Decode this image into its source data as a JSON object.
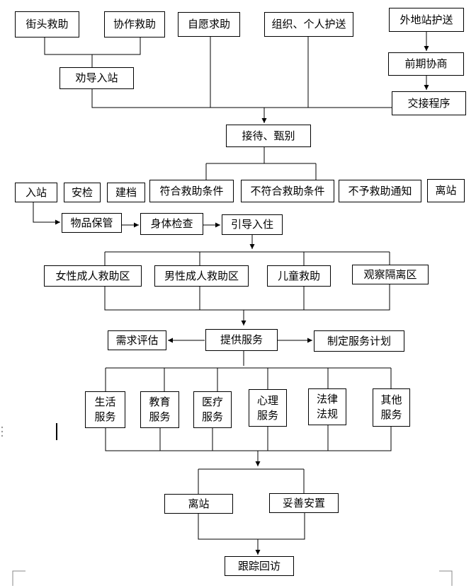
{
  "nodes": {
    "jietou": "街头救助",
    "xiezuo": "协作救助",
    "ziyuan": "自愿求助",
    "zuzhi": "组织、个人护送",
    "waidi": "外地站护送",
    "quandao": "劝导入站",
    "qianqi": "前期协商",
    "jiaojie": "交接程序",
    "jiedai": "接待、甄别",
    "ruzhan": "入站",
    "anjian": "安检",
    "jiandang": "建档",
    "fuhe": "符合救助条件",
    "bufuhe": "不符合救助条件",
    "buyu": "不予救助通知",
    "lizhan1": "离站",
    "wupin": "物品保管",
    "shenti": "身体检查",
    "yindao": "引导入住",
    "nvxing": "女性成人救助区",
    "nanxing": "男性成人救助区",
    "ertong": "儿童救助",
    "guancha": "观察隔离区",
    "xuqiu": "需求评估",
    "tigong": "提供服务",
    "zhiding": "制定服务计划",
    "shenghuo": "生活\n服务",
    "jiaoyu": "教育\n服务",
    "yiliao": "医疗\n服务",
    "xinli": "心理\n服务",
    "falv": "法律\n法规",
    "qita": "其他\n服务",
    "lizhan2": "离站",
    "tuoshan": "妥善安置",
    "genzong": "跟踪回访"
  }
}
